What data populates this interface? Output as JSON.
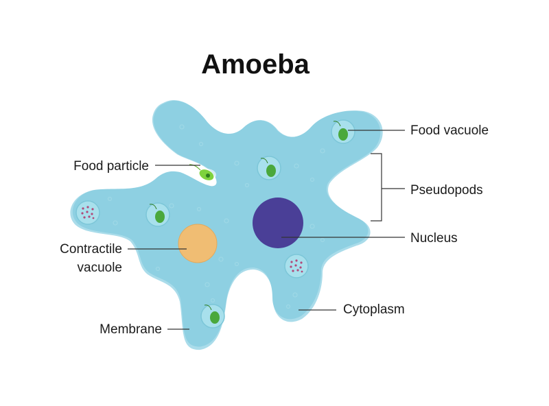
{
  "title": "Amoeba",
  "labels": {
    "food_vacuole": "Food vacuole",
    "pseudopods": "Pseudopods",
    "nucleus": "Nucleus",
    "cytoplasm": "Cytoplasm",
    "food_particle": "Food particle",
    "contractile_line1": "Contractile",
    "contractile_line2": "vacuole",
    "membrane": "Membrane"
  },
  "colors": {
    "membrane": "#a9dcea",
    "cytoplasm": "#8fd0e2",
    "nucleus": "#4a3f97",
    "contractile_vacuole": "#f0bd73",
    "food": "#49a83c",
    "vacuole": "#a2ddea",
    "dots": "#b24a7a"
  }
}
